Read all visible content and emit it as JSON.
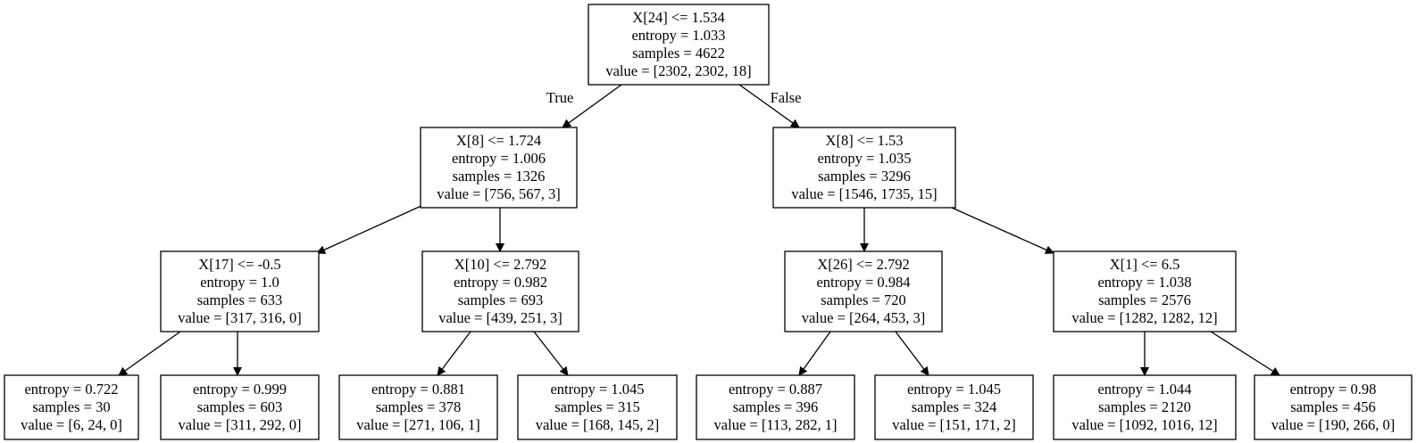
{
  "tree": {
    "edge_labels": {
      "true": "True",
      "false": "False"
    },
    "nodes": [
      {
        "id": "n0",
        "lines": [
          "X[24] <= 1.534",
          "entropy = 1.033",
          "samples = 4622",
          "value = [2302, 2302, 18]"
        ]
      },
      {
        "id": "n1",
        "lines": [
          "X[8] <= 1.724",
          "entropy = 1.006",
          "samples = 1326",
          "value = [756, 567, 3]"
        ]
      },
      {
        "id": "n2",
        "lines": [
          "X[8] <= 1.53",
          "entropy = 1.035",
          "samples = 3296",
          "value = [1546, 1735, 15]"
        ]
      },
      {
        "id": "n3",
        "lines": [
          "X[17] <= -0.5",
          "entropy = 1.0",
          "samples = 633",
          "value = [317, 316, 0]"
        ]
      },
      {
        "id": "n4",
        "lines": [
          "X[10] <= 2.792",
          "entropy = 0.982",
          "samples = 693",
          "value = [439, 251, 3]"
        ]
      },
      {
        "id": "n5",
        "lines": [
          "X[26] <= 2.792",
          "entropy = 0.984",
          "samples = 720",
          "value = [264, 453, 3]"
        ]
      },
      {
        "id": "n6",
        "lines": [
          "X[1] <= 6.5",
          "entropy = 1.038",
          "samples = 2576",
          "value = [1282, 1282, 12]"
        ]
      },
      {
        "id": "n7",
        "lines": [
          "entropy = 0.722",
          "samples = 30",
          "value = [6, 24, 0]"
        ]
      },
      {
        "id": "n8",
        "lines": [
          "entropy = 0.999",
          "samples = 603",
          "value = [311, 292, 0]"
        ]
      },
      {
        "id": "n9",
        "lines": [
          "entropy = 0.881",
          "samples = 378",
          "value = [271, 106, 1]"
        ]
      },
      {
        "id": "n10",
        "lines": [
          "entropy = 1.045",
          "samples = 315",
          "value = [168, 145, 2]"
        ]
      },
      {
        "id": "n11",
        "lines": [
          "entropy = 0.887",
          "samples = 396",
          "value = [113, 282, 1]"
        ]
      },
      {
        "id": "n12",
        "lines": [
          "entropy = 1.045",
          "samples = 324",
          "value = [151, 171, 2]"
        ]
      },
      {
        "id": "n13",
        "lines": [
          "entropy = 1.044",
          "samples = 2120",
          "value = [1092, 1016, 12]"
        ]
      },
      {
        "id": "n14",
        "lines": [
          "entropy = 0.98",
          "samples = 456",
          "value = [190, 266, 0]"
        ]
      }
    ],
    "edges": [
      {
        "from": "n0",
        "to": "n1"
      },
      {
        "from": "n0",
        "to": "n2"
      },
      {
        "from": "n1",
        "to": "n3"
      },
      {
        "from": "n1",
        "to": "n4"
      },
      {
        "from": "n2",
        "to": "n5"
      },
      {
        "from": "n2",
        "to": "n6"
      },
      {
        "from": "n3",
        "to": "n7"
      },
      {
        "from": "n3",
        "to": "n8"
      },
      {
        "from": "n4",
        "to": "n9"
      },
      {
        "from": "n4",
        "to": "n10"
      },
      {
        "from": "n5",
        "to": "n11"
      },
      {
        "from": "n5",
        "to": "n12"
      },
      {
        "from": "n6",
        "to": "n13"
      },
      {
        "from": "n6",
        "to": "n14"
      }
    ]
  }
}
